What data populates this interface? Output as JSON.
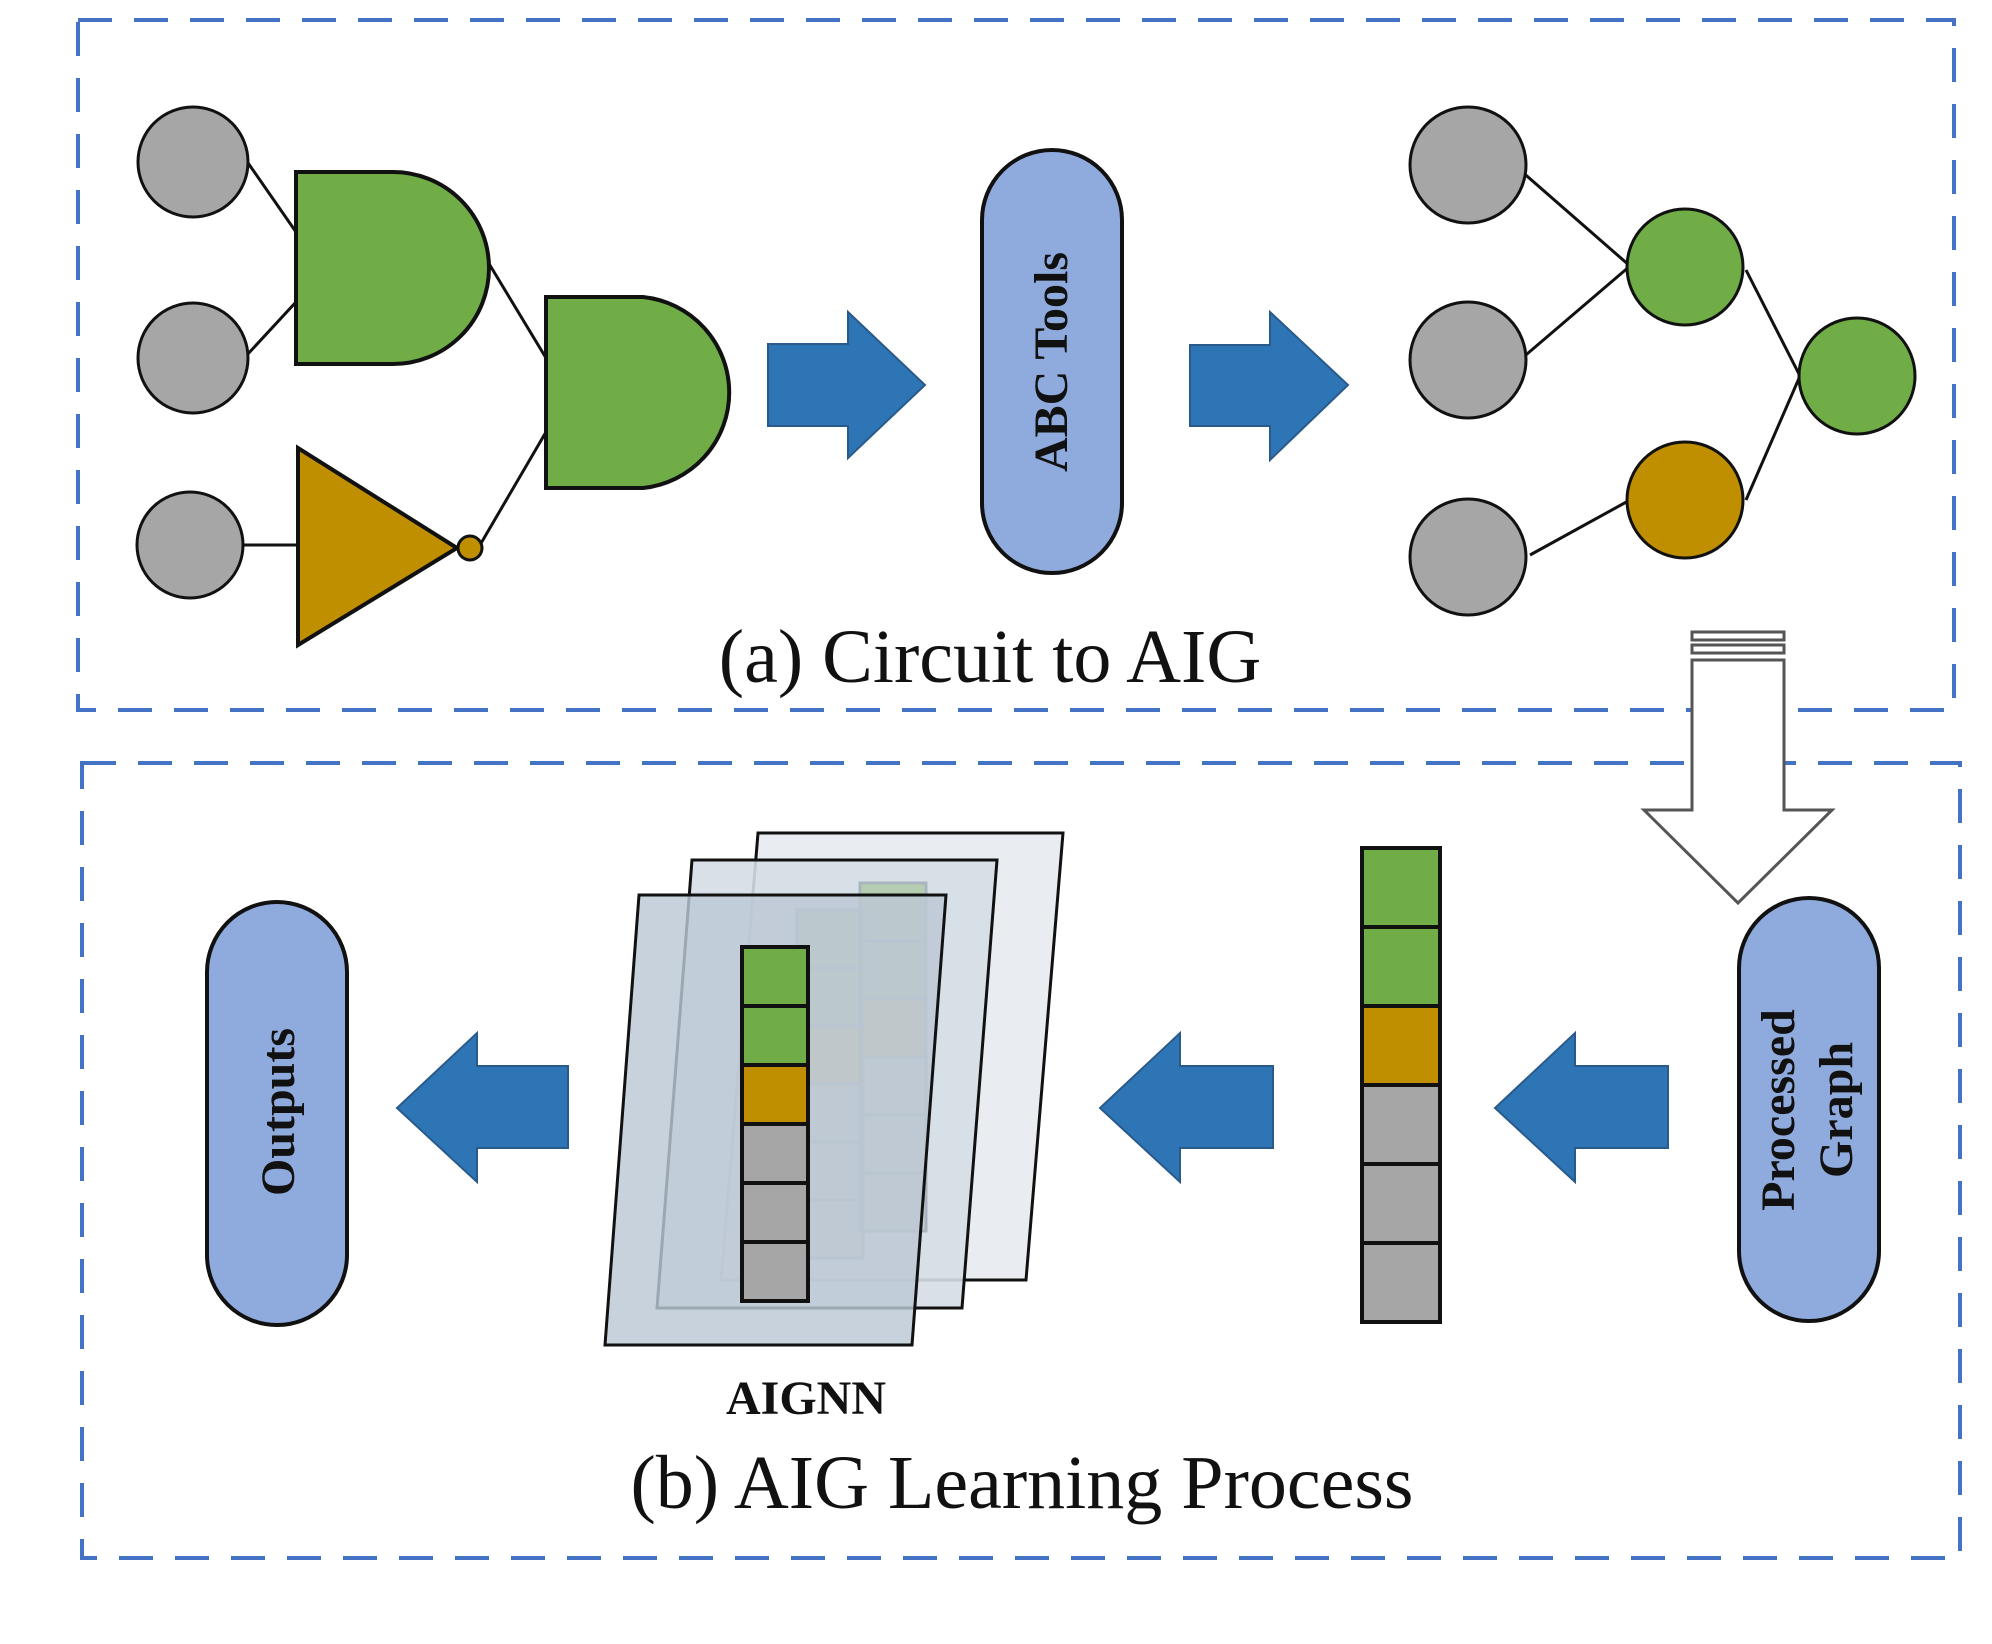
{
  "colors": {
    "gray_node": "#a6a6a6",
    "green_node": "#70ad47",
    "gold_node": "#bf8f00",
    "pill_fill": "#8faadc",
    "arrow_blue": "#2e75b6",
    "dash_blue": "#4472c4",
    "stroke": "#111111"
  },
  "panel_a": {
    "caption": "(a) Circuit to AIG",
    "tool_label": "ABC Tools"
  },
  "panel_b": {
    "caption": "(b) AIG Learning Process",
    "processed_label_line1": "Processed",
    "processed_label_line2": "Graph",
    "outputs_label": "Outputs",
    "model_label": "AIGNN",
    "feature_vector": [
      "green",
      "green",
      "gold",
      "gray",
      "gray",
      "gray"
    ]
  }
}
